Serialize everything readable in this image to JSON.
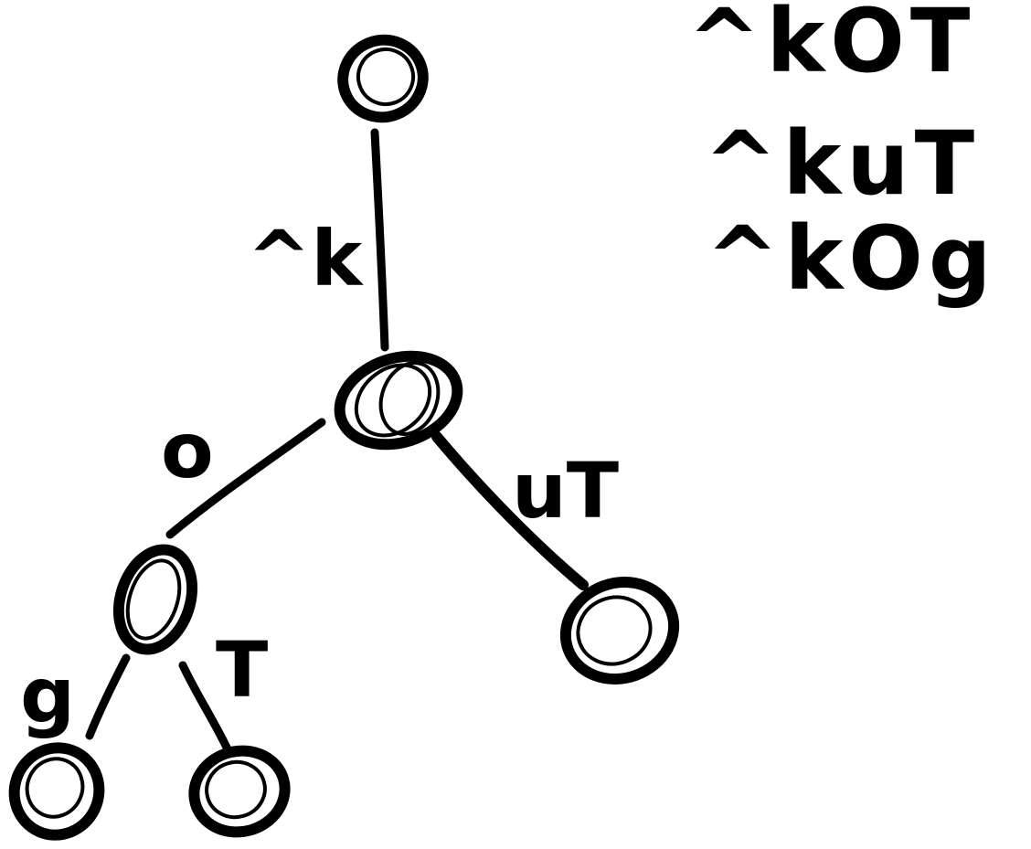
{
  "tree": {
    "edge_labels": {
      "root_to_k": "^k",
      "k_to_o": "o",
      "k_to_it": "uT",
      "o_to_g": "g",
      "o_to_t": "T"
    }
  },
  "word_list": {
    "words": [
      "^kOT",
      "^kuT",
      "^kOg"
    ]
  },
  "colors": {
    "ink": "#000000",
    "paper": "#ffffff"
  }
}
